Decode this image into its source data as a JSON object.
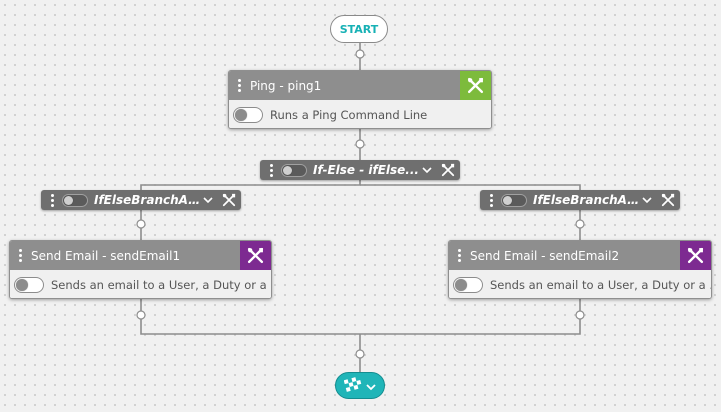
{
  "start": {
    "label": "START"
  },
  "ping_node": {
    "title": "Ping - ping1",
    "description": "Runs a Ping Command Line",
    "accent": "#7dbb3c",
    "icon": "tools-icon"
  },
  "ifelse_node": {
    "title": "If-Else - ifElse...",
    "icon": "tools-icon"
  },
  "branches": [
    {
      "title": "IfElseBranchA..."
    },
    {
      "title": "IfElseBranchA..."
    }
  ],
  "email_nodes": [
    {
      "title": "Send Email - sendEmail1",
      "description": "Sends an email to a User, a Duty or a ...",
      "accent": "#7d2a91",
      "icon": "tools-icon"
    },
    {
      "title": "Send Email - sendEmail2",
      "description": "Sends an email to a User, a Duty or a ...",
      "accent": "#7d2a91",
      "icon": "tools-icon"
    }
  ],
  "end": {
    "icon": "checkered-flag-icon",
    "accent": "#20b5b8"
  }
}
